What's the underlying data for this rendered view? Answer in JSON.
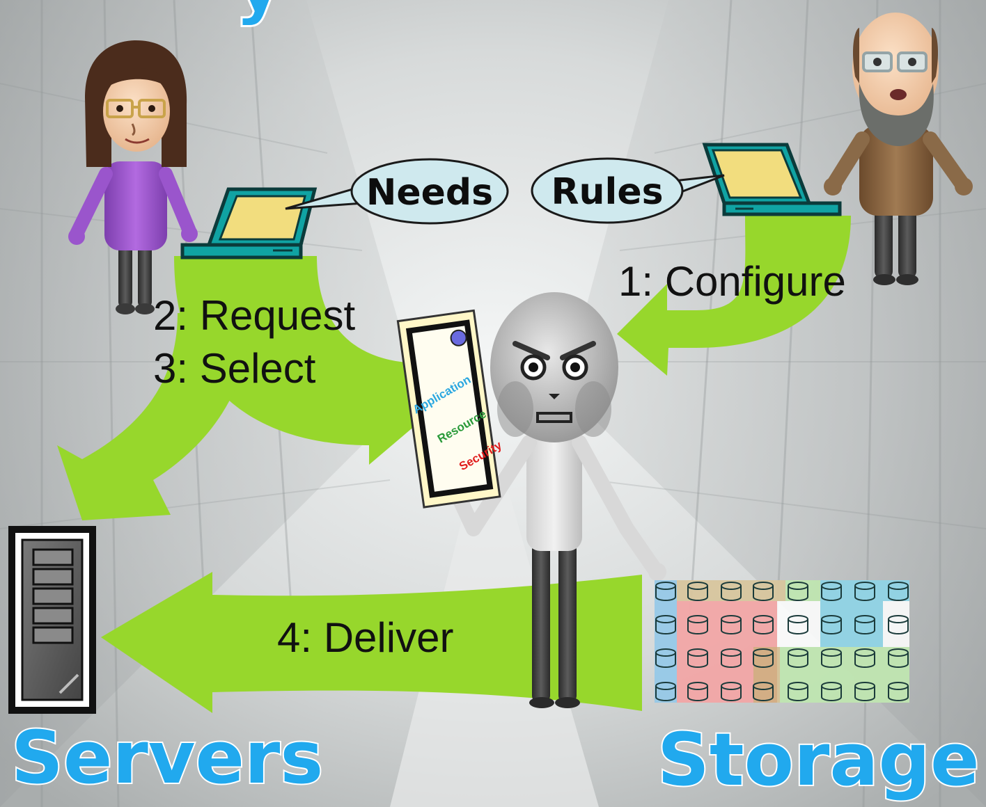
{
  "title_fragment": "y",
  "bubbles": {
    "needs": "Needs",
    "rules": "Rules"
  },
  "steps": {
    "configure": "1: Configure",
    "request": "2: Request",
    "select": "3: Select",
    "deliver": "4: Deliver"
  },
  "labels": {
    "servers": "Servers",
    "storage": "Storage"
  },
  "document": {
    "application": "Application",
    "resource": "Resource",
    "security": "Security"
  },
  "colors": {
    "arrow": "#97d72c",
    "bubble_fill": "#cfe9ee",
    "laptop_screen": "#f2dd7e",
    "laptop_body": "#10a3a3",
    "label_blue": "#21a9ee",
    "storage_blue": "#7ab9e0",
    "storage_red": "#ee8d8d",
    "storage_olive": "#c9b07a",
    "storage_green": "#b2dfa0",
    "storage_teal": "#79c9de"
  },
  "icons": [
    "user-woman-icon",
    "admin-man-icon",
    "laptop-icon",
    "server-rack-icon",
    "storage-array-icon",
    "service-robot-icon",
    "policy-document-icon"
  ]
}
